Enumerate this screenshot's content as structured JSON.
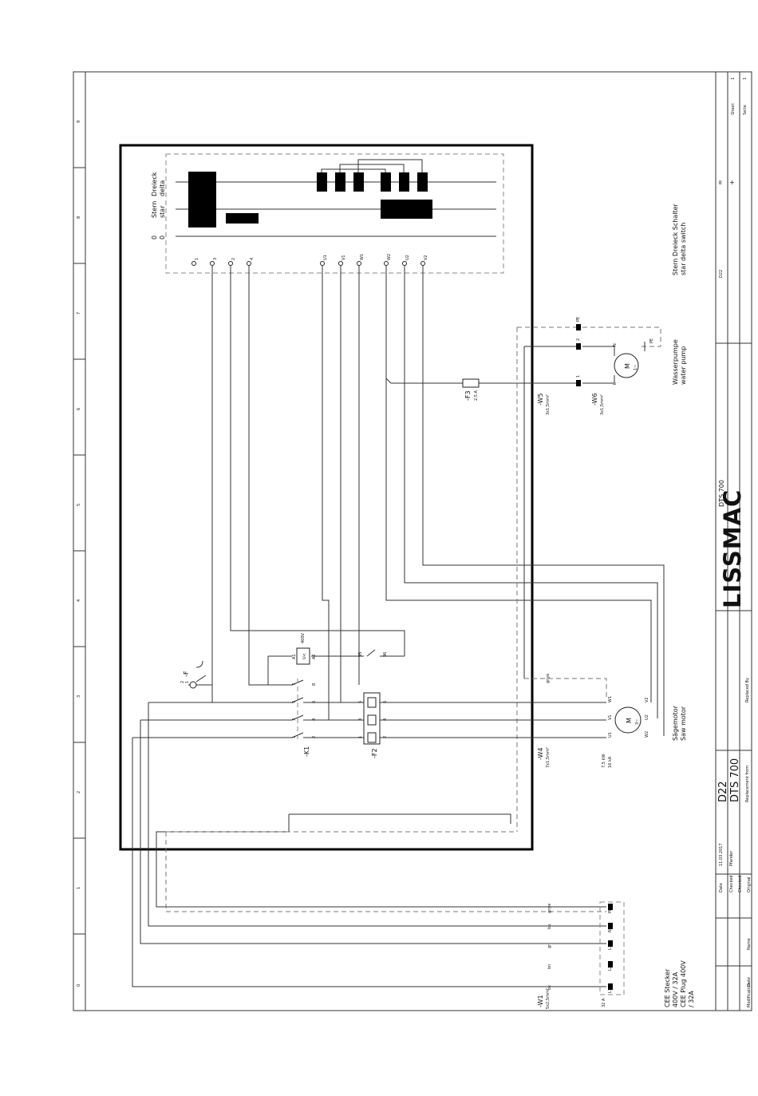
{
  "title_block": {
    "logo": "LISSMAC",
    "drawing_id": "D22",
    "model": "DTS 700",
    "model_vertical": "DTS 700",
    "page_label": "Seite",
    "page_num": "1",
    "sheet_label": "Sheet",
    "sheet_num": "1",
    "ref": "D22",
    "plus_sign": "+",
    "eq_sign": "=",
    "fields": {
      "date_label": "Date",
      "date_value": "11.03.2017",
      "drawn_label": "Checked",
      "drawn_value": "Pfander",
      "checked_label": "Checked",
      "original_label": "Original",
      "replacement_label": "Replacement from",
      "replaced_label": "Replaced By",
      "modification_label": "Modification",
      "date2_label": "Date",
      "name_label": "Name"
    }
  },
  "border": {
    "columns": [
      "0",
      "1",
      "2",
      "3",
      "4",
      "5",
      "6",
      "7",
      "8",
      "9"
    ]
  },
  "switch": {
    "label_de": "Stern Dreieck Schalter",
    "label_en": "star delta switch",
    "row_delta_de": "Dreieck",
    "row_delta_en": "delta",
    "row_star_de": "Stern",
    "row_star_en": "star",
    "row_off_1": "0",
    "row_off_2": "0",
    "terminals": [
      "1",
      "3",
      "2",
      "4",
      "U1",
      "V1",
      "W1",
      "W2",
      "U2",
      "V2"
    ]
  },
  "pump": {
    "label_de": "Wasserpumpe",
    "label_en": "water pump",
    "motor_m": "M",
    "motor_phase": "1~",
    "cable_w5": "-W5",
    "cable_w5_spec": "3x1,5mm²",
    "cable_w6": "-W6",
    "cable_w6_spec": "3x1,5mm²",
    "fuse": "-F3",
    "fuse_rating": "2,5 A",
    "pins": [
      "PE",
      "2",
      "1"
    ],
    "term_n": "N",
    "term_l": "L",
    "term_pe": "PE"
  },
  "saw": {
    "label_de": "Sägemotor",
    "label_en": "Saw motor",
    "motor_m": "M",
    "motor_phase": "3~",
    "power": "7,5 kW",
    "current": "16 kA",
    "cable_w4": "-W4",
    "cable_w4_spec": "7x1,5mm²",
    "terms": [
      "W1",
      "V1",
      "U1",
      "V2",
      "U2",
      "W2"
    ],
    "core_gnye": "gnye"
  },
  "contactor": {
    "label": "-K1",
    "coil": "U<",
    "coil_voltage": "400V",
    "contacts": [
      "1",
      "3",
      "5",
      "7",
      "A1",
      "2",
      "4",
      "6",
      "8",
      "A2"
    ]
  },
  "overload": {
    "label": "-F2",
    "contacts": [
      "1",
      "3",
      "5",
      "95",
      "2",
      "4",
      "6",
      "96"
    ]
  },
  "emergency": {
    "label": "-F",
    "pins": [
      "1",
      "2"
    ]
  },
  "plug": {
    "label_de": "CEE Stecker",
    "rating_de": "400V / 32A",
    "label_en": "CEE Plug 400V",
    "rating_en": "/ 32A",
    "cable_w1": "-W1",
    "cable_w1_spec": "5x2,5mm²",
    "fuse_rating": "32 A",
    "pins": [
      "L1",
      "L2",
      "L3",
      "N",
      "PE"
    ],
    "cores": [
      "gnye",
      "bk",
      "bn",
      "gr",
      "bu"
    ]
  }
}
